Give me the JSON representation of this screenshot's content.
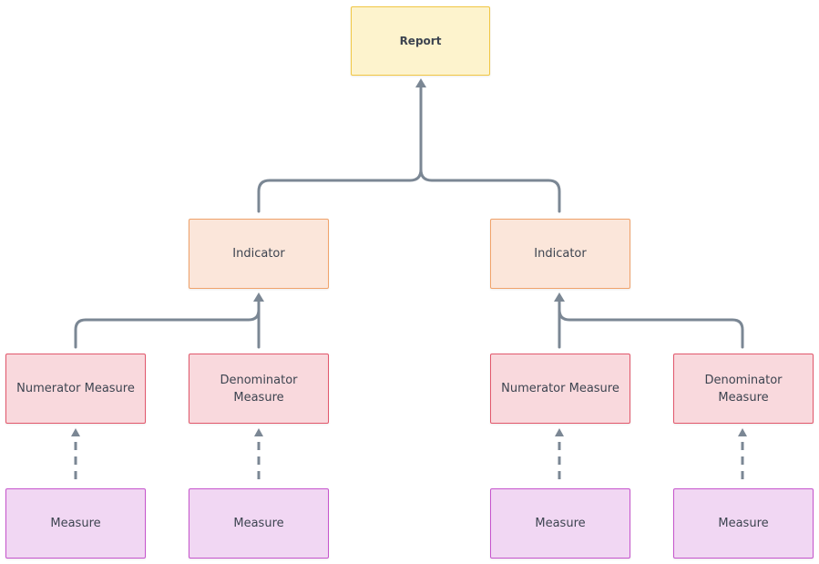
{
  "diagram": {
    "colors": {
      "report_fill": "#fdf3cd",
      "report_border": "#f1c644",
      "indicator_fill": "#fbe6da",
      "indicator_border": "#f0a26a",
      "submeasure_fill": "#f9d9dd",
      "submeasure_border": "#e2586c",
      "measure_fill": "#f1d7f3",
      "measure_border": "#c655cd",
      "connector": "#7b8794"
    },
    "nodes": {
      "report": "Report",
      "indicator_left": "Indicator",
      "indicator_right": "Indicator",
      "numerator_left": "Numerator Measure",
      "denominator_left": "Denominator Measure",
      "numerator_right": "Numerator Measure",
      "denominator_right": "Denominator Measure",
      "measure_1": "Measure",
      "measure_2": "Measure",
      "measure_3": "Measure",
      "measure_4": "Measure"
    },
    "edges": [
      {
        "from": "indicator_left",
        "to": "report",
        "style": "solid"
      },
      {
        "from": "indicator_right",
        "to": "report",
        "style": "solid"
      },
      {
        "from": "numerator_left",
        "to": "indicator_left",
        "style": "solid"
      },
      {
        "from": "denominator_left",
        "to": "indicator_left",
        "style": "solid"
      },
      {
        "from": "numerator_right",
        "to": "indicator_right",
        "style": "solid"
      },
      {
        "from": "denominator_right",
        "to": "indicator_right",
        "style": "solid"
      },
      {
        "from": "measure_1",
        "to": "numerator_left",
        "style": "dashed"
      },
      {
        "from": "measure_2",
        "to": "denominator_left",
        "style": "dashed"
      },
      {
        "from": "measure_3",
        "to": "numerator_right",
        "style": "dashed"
      },
      {
        "from": "measure_4",
        "to": "denominator_right",
        "style": "dashed"
      }
    ]
  }
}
